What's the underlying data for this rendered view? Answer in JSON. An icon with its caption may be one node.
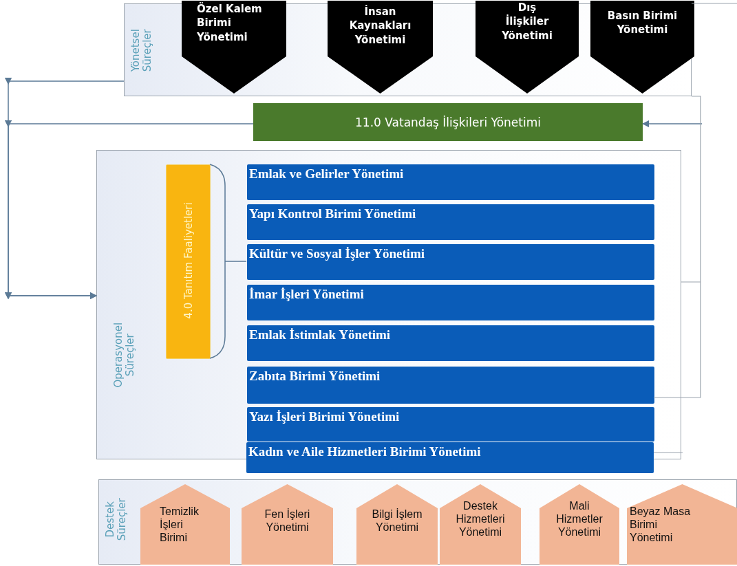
{
  "diagram": {
    "nodes": [
      {
        "text": [
          "Yönetsel Süreçler"
        ]
      },
      {
        "text": [
          "Özel Kalem Birimi Yönetimi"
        ],
        "in": 0
      },
      {
        "text": [
          "İnsan Kaynakları Yönetimi"
        ],
        "in": 0
      },
      {
        "text": [
          "Dış İlişkiler Yönetimi"
        ],
        "in": 0
      },
      {
        "text": [
          "Basın Birimi Yönetimi"
        ],
        "in": 0
      },
      {
        "text": [
          "11.0 Vatandaş İlişkileri Yönetimi"
        ]
      },
      {
        "text": [
          "Operasyonel Süreçler"
        ]
      },
      {
        "text": [
          "4.0 Tanıtım Faaliyetleri"
        ],
        "in": 6
      },
      {
        "text": [
          "Emlak ve Gelirler Yönetimi"
        ],
        "in": 6
      },
      {
        "text": [
          "Yapı Kontrol Birimi Yönetimi"
        ],
        "in": 6
      },
      {
        "text": [
          "Kültür ve Sosyal İşler Yönetimi"
        ],
        "in": 6
      },
      {
        "text": [
          "İmar İşleri Yönetimi"
        ],
        "in": 6
      },
      {
        "text": [
          "Emlak İstimlak Yönetimi"
        ],
        "in": 6
      },
      {
        "text": [
          "Zabıta Birimi Yönetimi"
        ],
        "in": 6
      },
      {
        "text": [
          "Yazı İşleri Birimi Yönetimi"
        ],
        "in": 6
      },
      {
        "text": [
          "Kadın ve Aile Hizmetleri Birimi Yönetimi"
        ]
      },
      {
        "text": [
          "Destek Süreçler"
        ]
      },
      {
        "text": [
          "Temizlik İşleri Birimi"
        ],
        "in": 16
      },
      {
        "text": [
          "Fen İşleri Yönetimi"
        ],
        "in": 16
      },
      {
        "text": [
          "Bilgi İşlem Yönetimi"
        ],
        "in": 16
      },
      {
        "text": [
          "Destek Hizmetleri Yönetimi"
        ],
        "in": 16
      },
      {
        "text": [
          "Mali Hizmetler Yönetimi"
        ],
        "in": 16
      },
      {
        "text": [
          "Beyaz Masa Birimi Yönetimi"
        ],
        "in": 16
      }
    ],
    "edges": [
      {
        "from": null,
        "to": 5,
        "arrow": "to"
      },
      {
        "from": 0,
        "to": 6,
        "arrow": "to"
      },
      {
        "from": 5,
        "to": 6,
        "arrow": "to"
      },
      {
        "from": 7,
        "to": 10,
        "arrow": "none"
      }
    ]
  }
}
